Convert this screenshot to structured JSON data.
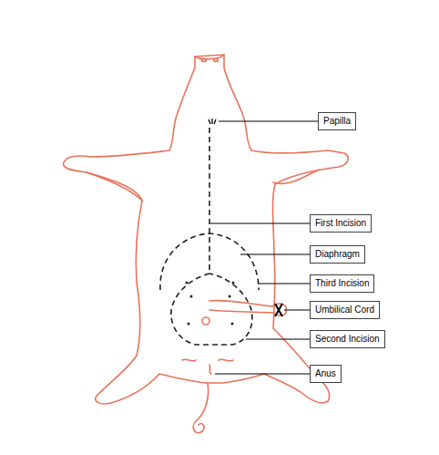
{
  "diagram": {
    "nodes": [
      {
        "text": [
          "Papilla"
        ]
      },
      {
        "text": [
          "First Incision"
        ]
      },
      {
        "text": [
          "Diaphragm"
        ]
      },
      {
        "text": [
          "Third Incision"
        ]
      },
      {
        "text": [
          "Umbilical Cord"
        ]
      },
      {
        "text": [
          "Second Incision"
        ]
      },
      {
        "text": [
          "Anus"
        ]
      }
    ]
  }
}
